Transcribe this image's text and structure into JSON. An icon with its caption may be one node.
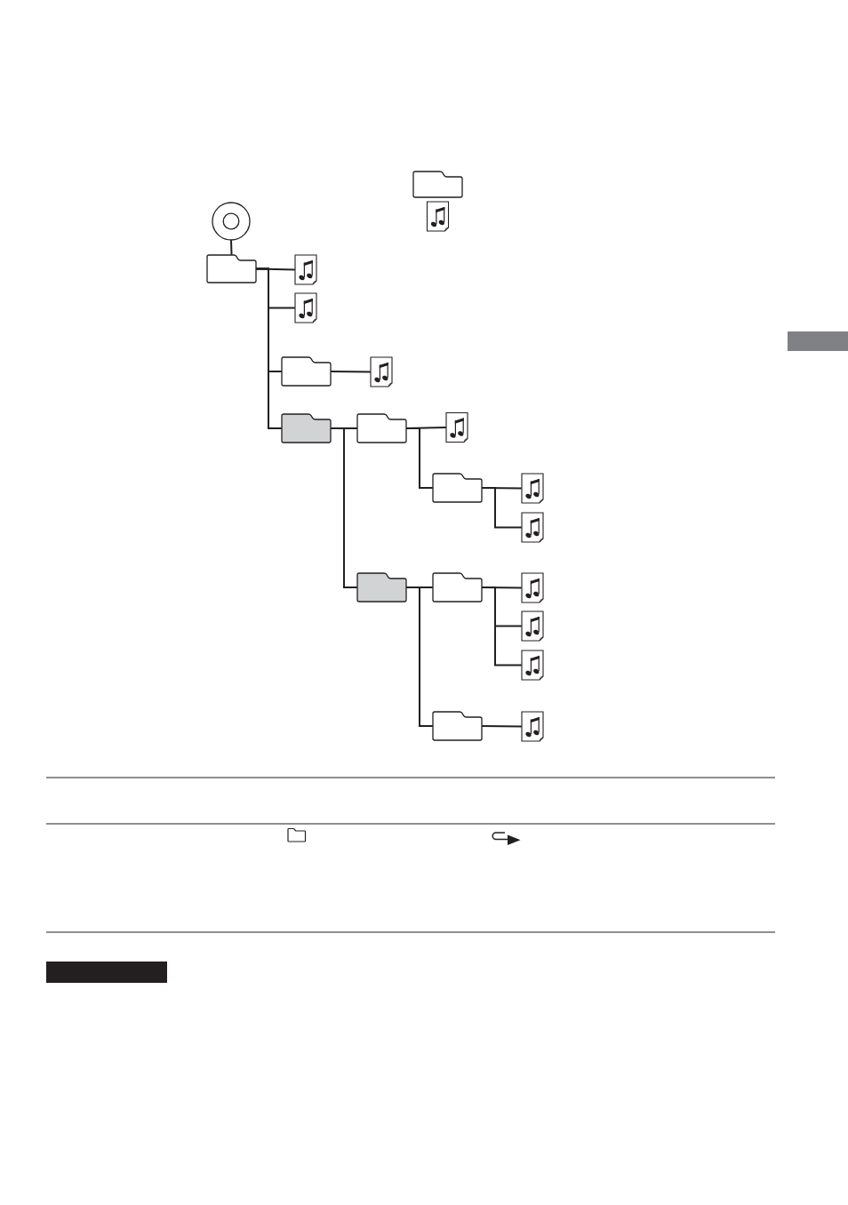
{
  "diagram": {
    "nodes": [
      {
        "text": [],
        "shape": "folder"
      },
      {
        "text": [],
        "shape": "document"
      },
      {
        "text": [],
        "shape": "disc"
      },
      {
        "text": [],
        "shape": "folder"
      },
      {
        "text": [],
        "shape": "document"
      },
      {
        "text": [],
        "shape": "document"
      },
      {
        "text": [],
        "shape": "folder"
      },
      {
        "text": [],
        "shape": "document"
      },
      {
        "text": [],
        "shape": "folder"
      },
      {
        "text": [],
        "shape": "folder"
      },
      {
        "text": [],
        "shape": "document"
      },
      {
        "text": [],
        "shape": "folder"
      },
      {
        "text": [],
        "shape": "document"
      },
      {
        "text": [],
        "shape": "document"
      },
      {
        "text": [],
        "shape": "folder"
      },
      {
        "text": [],
        "shape": "folder"
      },
      {
        "text": [],
        "shape": "document"
      },
      {
        "text": [],
        "shape": "document"
      },
      {
        "text": [],
        "shape": "document"
      },
      {
        "text": [],
        "shape": "folder"
      },
      {
        "text": [],
        "shape": "document"
      },
      {
        "text": [],
        "shape": "bar"
      },
      {
        "text": [],
        "shape": "bar"
      }
    ],
    "edges": [
      {
        "from": 2,
        "to": 3,
        "arrow": "none"
      },
      {
        "from": 3,
        "to": 4,
        "arrow": "none"
      },
      {
        "from": 3,
        "to": 5,
        "arrow": "none"
      },
      {
        "from": 3,
        "to": 6,
        "arrow": "none"
      },
      {
        "from": 3,
        "to": 8,
        "arrow": "none"
      },
      {
        "from": 6,
        "to": 7,
        "arrow": "none"
      },
      {
        "from": 8,
        "to": 9,
        "arrow": "none"
      },
      {
        "from": 8,
        "to": 14,
        "arrow": "none"
      },
      {
        "from": 9,
        "to": 10,
        "arrow": "none"
      },
      {
        "from": 9,
        "to": 11,
        "arrow": "none"
      },
      {
        "from": 11,
        "to": 12,
        "arrow": "none"
      },
      {
        "from": 11,
        "to": 13,
        "arrow": "none"
      },
      {
        "from": 14,
        "to": 15,
        "arrow": "none"
      },
      {
        "from": 14,
        "to": 19,
        "arrow": "none"
      },
      {
        "from": 15,
        "to": 16,
        "arrow": "none"
      },
      {
        "from": 15,
        "to": 17,
        "arrow": "none"
      },
      {
        "from": 15,
        "to": 18,
        "arrow": "none"
      },
      {
        "from": 19,
        "to": 20,
        "arrow": "none"
      }
    ]
  }
}
